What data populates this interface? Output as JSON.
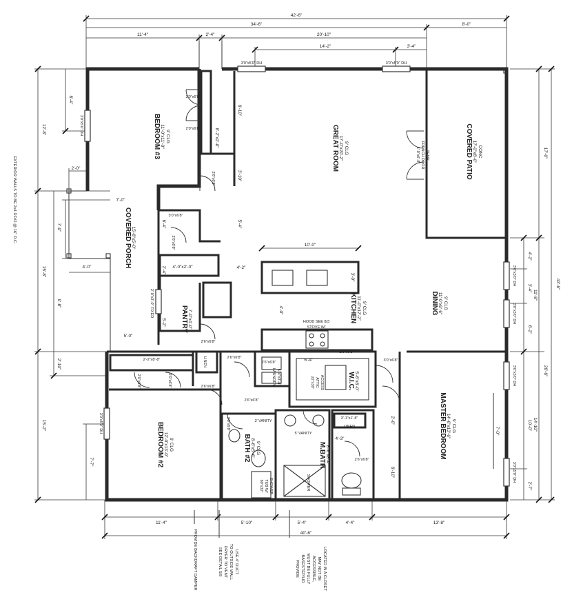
{
  "notes": {
    "exterior_walls": "EXTERIOR WALLS TO BE 2x4 DF#2 @ 16\" O.C.",
    "backdraft": "PROVIDE BACKDRAFT DAMPER",
    "dryer": [
      "SEE DETAIL 5/9",
      "DRYER TO VENT",
      "TO OUTSIDE WALL",
      "USE 4\" DUCT"
    ],
    "access": [
      "PROVIDE",
      "BASESTEP/LID",
      "MUST BE FULLY",
      "ACCESSIBLE,",
      "MAY NOT BE",
      "LOCATED IN A CLOSET"
    ]
  },
  "rooms": {
    "bedroom3": {
      "name": "BEDROOM #3",
      "size": "11'-0\"x11'-0\"",
      "clg": "9' CLG"
    },
    "great_room": {
      "name": "GREAT ROOM",
      "size": "17'-0\"x20'-2\"",
      "clg": "9' CLG"
    },
    "covered_patio": {
      "name": "COVERED PATIO",
      "size": "17'-0\"x8'-0\"",
      "clg": "CONC"
    },
    "covered_porch": {
      "name": "COVERED PORCH",
      "size": "15'-8\"x5'-0\""
    },
    "pantry": {
      "name": "PANTRY",
      "size": "7'-0\"x4'-0\""
    },
    "kitchen": {
      "name": "KITCHEN",
      "size": "11'-0\"x12'-2\"",
      "clg": "9' CLG"
    },
    "dining": {
      "name": "DINING",
      "size": "11'-0\"x9'-6\"",
      "clg": "9' CLG"
    },
    "master_bedroom": {
      "name": "MASTER BEDROOM",
      "size": "14'-6\"x13'-6\"",
      "clg": "9' CLG"
    },
    "bedroom2": {
      "name": "BEDROOM #2",
      "size": "12'-0\"x13'-0\"",
      "clg": "9' CLG"
    },
    "bath2": {
      "name": "BATH #2",
      "size": "8'-6\"x5'-6\"",
      "clg": "9' CLG"
    },
    "mbath": {
      "name": "M.BATH",
      "size": "8'-6\"x8'-4\""
    },
    "wic": {
      "name": "W.I.C.",
      "size": "5'-6\"x8'-0\""
    },
    "laundry": {
      "name": "LAUNDRY",
      "size": "5'-4\"x3'-8\""
    },
    "linen1": "LINEN",
    "linen2": "LINEN"
  },
  "labels": {
    "hood": "HOOD SEE 8/3",
    "stove": "STOVE W/",
    "french_door": "FRENCH DOOR",
    "french_door_size": "6'-0\"x6'-8\"",
    "temp": "TEMP",
    "attic": [
      "22\"x30\"",
      "ATTIC",
      "ACCESS"
    ],
    "vanity3": "3' VANITY",
    "vanity5": "5' VANITY",
    "shower": "SHOWER",
    "shower_size": "60\"x32\"",
    "tub": "TUB W/",
    "shower2": "SHOWER",
    "fixed": "2'-0\"x3'-0\" FIXED",
    "linen_shelf": "3'-1\"x1'-8\"",
    "shelf_2x2": "2'-2\"x8'-8\""
  },
  "windows": {
    "w_top1": "3'0\"x5'0\" DH",
    "w_top2": "3'0\"x5'0\" DH",
    "w_left_bed3": "3'0\"x5'0\" DH",
    "w_right1": "3'0\"x5'0\" DH",
    "w_right2": "3'0\"x5'0\" DH",
    "w_right3": "3'0\"x5'0\" DH",
    "w_right4": "3'0\"x5'0\" DH",
    "w_left_bed2": "3'0\"x5'0\" DH"
  },
  "doors": {
    "d1": "2'0\"x6'8\"",
    "d2": "2'0\"x6'8\"",
    "d3": "2'6\"x6'8\"",
    "d4": "3'0\"x6'8\"",
    "d5": "2'6\"x6'8\"",
    "d6": "2'6\"x6'8\"",
    "d7": "2'0\"x6'8\"",
    "d8": "2'0\"x6'8\"",
    "d9": "2'6\"x6'8\"",
    "d10": "2'6\"x6'8\"",
    "d11": "2'6\"x6'8\"",
    "d12": "2'6\"x6'8\"",
    "d13": "3'0\"x6'8\"",
    "d14": "2'6\"x6'8\"",
    "d15": "2'6\"x6'8\"",
    "d16": "2'6\"x6'8\""
  },
  "dims_top": {
    "overall": "42'-6\"",
    "a": "34'-6\"",
    "b": "8'-0\"",
    "c": "11'-4\"",
    "d": "2'-4\"",
    "e": "20'-10\"",
    "f": "14'-2\"",
    "g": "3'-4\""
  },
  "dims_bottom": {
    "a": "11'-4\"",
    "b": "5'-10\"",
    "c": "5'-4\"",
    "d": "4'-4\"",
    "e": "13'-8\"",
    "overall": "40'-6\""
  },
  "dims_left": {
    "a": "12'-8\"",
    "b": "15'-8\"",
    "c": "15'-2\"",
    "d": "2'-10\"",
    "e": "8'-4\"",
    "f": "2'-0\"",
    "g": "7'-0\"",
    "h": "7'-0\"",
    "i": "9'-8\"",
    "j": "4'-0\"",
    "k": "5'-0\"",
    "l": "7'-7\""
  },
  "dims_right": {
    "a": "17'-0\"",
    "b": "43'-6\"",
    "c": "26'-6\"",
    "d": "11'-8\"",
    "e": "14'-10\"",
    "f": "4'-2\"",
    "g": "3'-4\"",
    "h": "6'-2\"",
    "i": "10'-0\"",
    "j": "2'-7\""
  },
  "dims_interior": {
    "a": "10'-0\"",
    "b": "4'-2\"",
    "c": "6'-10\"",
    "d": "3'-10\"",
    "e": "5'-4\"",
    "f": "6'-4\"",
    "g": "4'-0\"x2'-0\"",
    "h": "4'-0\"",
    "i": "3'-0\"",
    "j": "6'-4\"",
    "k": "2'-0\"",
    "l": "4'-3\"",
    "m": "6'-10\"",
    "n": "7'-0\"",
    "o": "2'-4\"",
    "p": "5'-2\"",
    "q": "8'-2\"x2'-0\""
  }
}
